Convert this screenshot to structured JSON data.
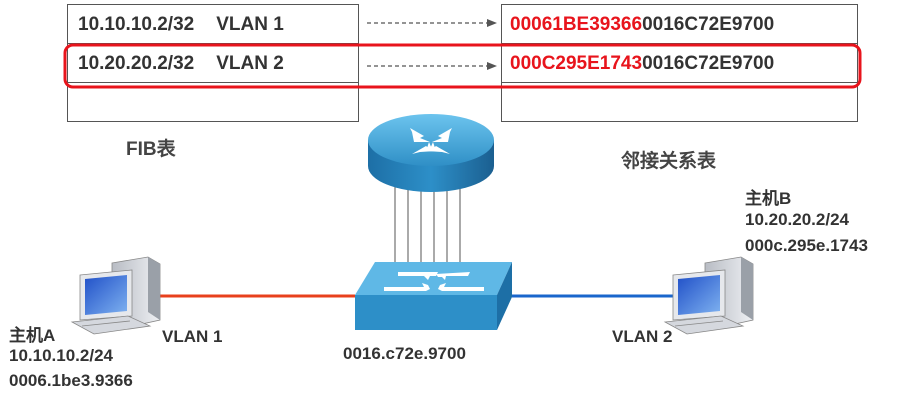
{
  "fib_table": {
    "caption": "FIB表",
    "rows": [
      {
        "ip": "10.10.10.2/32",
        "vlan": "VLAN 1"
      },
      {
        "ip": "10.20.20.2/32",
        "vlan": "VLAN 2"
      }
    ]
  },
  "adjacency_table": {
    "caption": "邻接关系表",
    "rows": [
      {
        "dest_mac": "00061BE39366",
        "src_mac": "0016C72E9700"
      },
      {
        "dest_mac": "000C295E1743",
        "src_mac": "0016C72E9700"
      }
    ]
  },
  "host_a": {
    "name": "主机A",
    "ip": "10.10.10.2/24",
    "mac": "0006.1be3.9366",
    "vlan": "VLAN 1"
  },
  "host_b": {
    "name": "主机B",
    "ip": "10.20.20.2/24",
    "mac": "000c.295e.1743",
    "vlan": "VLAN 2"
  },
  "switch": {
    "mac": "0016.c72e.9700"
  },
  "colors": {
    "highlight": "#e8141c",
    "link_vlan1": "#e8401c",
    "link_vlan2": "#1a66cc",
    "device_blue": "#2d8fc8"
  },
  "icons": [
    "router-icon",
    "switch-icon",
    "computer-icon",
    "arrow-right-icon"
  ]
}
